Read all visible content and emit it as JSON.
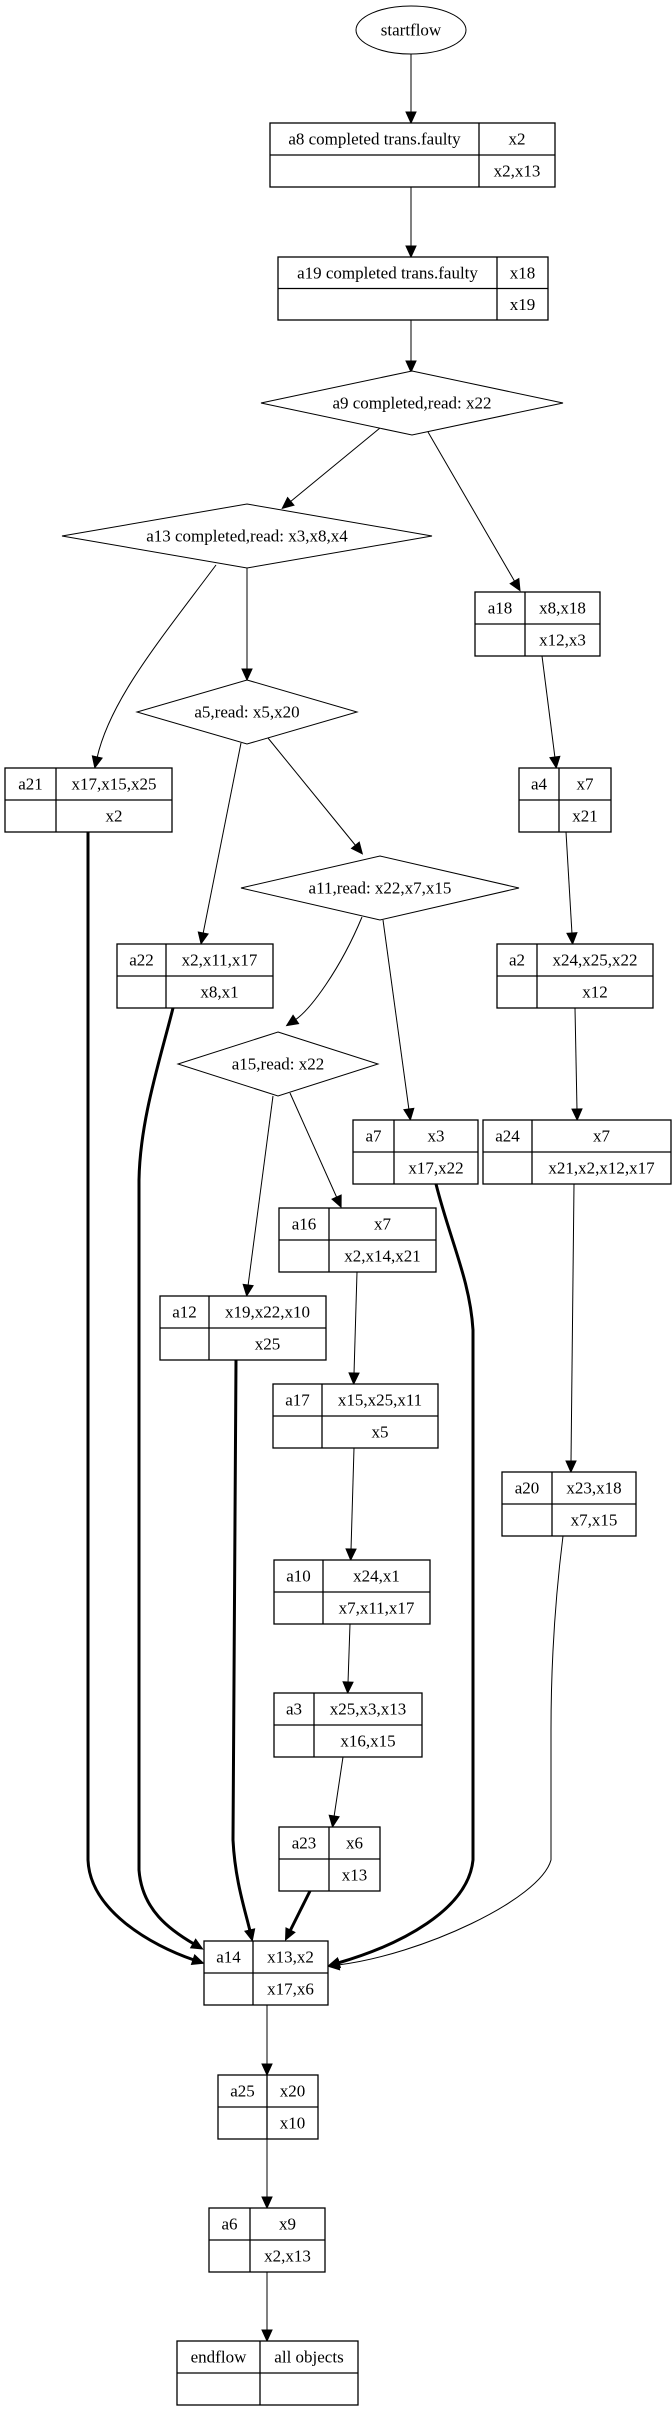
{
  "diagram": {
    "type": "workflow graph",
    "nodes": {
      "startflow": {
        "kind": "ellipse",
        "label": "startflow"
      },
      "a8": {
        "kind": "record",
        "name": "a8 completed trans.faulty",
        "top": "x2",
        "bottom": "x2,x13"
      },
      "a19": {
        "kind": "record",
        "name": "a19 completed trans.faulty",
        "top": "x18",
        "bottom": "x19"
      },
      "a9": {
        "kind": "diamond",
        "label": "a9 completed,read: x22"
      },
      "a13": {
        "kind": "diamond",
        "label": "a13 completed,read: x3,x8,x4"
      },
      "a18": {
        "kind": "record",
        "name": "a18",
        "top": "x8,x18",
        "bottom": "x12,x3"
      },
      "a5": {
        "kind": "diamond",
        "label": "a5,read: x5,x20"
      },
      "a21": {
        "kind": "record",
        "name": "a21",
        "top": "x17,x15,x25",
        "bottom": "x2"
      },
      "a4": {
        "kind": "record",
        "name": "a4",
        "top": "x7",
        "bottom": "x21"
      },
      "a11": {
        "kind": "diamond",
        "label": "a11,read: x22,x7,x15"
      },
      "a22": {
        "kind": "record",
        "name": "a22",
        "top": "x2,x11,x17",
        "bottom": "x8,x1"
      },
      "a2": {
        "kind": "record",
        "name": "a2",
        "top": "x24,x25,x22",
        "bottom": "x12"
      },
      "a15": {
        "kind": "diamond",
        "label": "a15,read: x22"
      },
      "a7": {
        "kind": "record",
        "name": "a7",
        "top": "x3",
        "bottom": "x17,x22"
      },
      "a24": {
        "kind": "record",
        "name": "a24",
        "top": "x7",
        "bottom": "x21,x2,x12,x17"
      },
      "a16": {
        "kind": "record",
        "name": "a16",
        "top": "x7",
        "bottom": "x2,x14,x21"
      },
      "a12": {
        "kind": "record",
        "name": "a12",
        "top": "x19,x22,x10",
        "bottom": "x25"
      },
      "a17": {
        "kind": "record",
        "name": "a17",
        "top": "x15,x25,x11",
        "bottom": "x5"
      },
      "a20": {
        "kind": "record",
        "name": "a20",
        "top": "x23,x18",
        "bottom": "x7,x15"
      },
      "a10": {
        "kind": "record",
        "name": "a10",
        "top": "x24,x1",
        "bottom": "x7,x11,x17"
      },
      "a3": {
        "kind": "record",
        "name": "a3",
        "top": "x25,x3,x13",
        "bottom": "x16,x15"
      },
      "a23": {
        "kind": "record",
        "name": "a23",
        "top": "x6",
        "bottom": "x13"
      },
      "a14": {
        "kind": "record",
        "name": "a14",
        "top": "x13,x2",
        "bottom": "x17,x6"
      },
      "a25": {
        "kind": "record",
        "name": "a25",
        "top": "x20",
        "bottom": "x10"
      },
      "a6": {
        "kind": "record",
        "name": "a6",
        "top": "x9",
        "bottom": "x2,x13"
      },
      "endflow": {
        "kind": "record",
        "name": "endflow",
        "top": "all objects",
        "bottom": ""
      }
    },
    "edges": [
      {
        "from": "startflow",
        "to": "a8",
        "style": "normal"
      },
      {
        "from": "a8",
        "to": "a19",
        "style": "normal"
      },
      {
        "from": "a19",
        "to": "a9",
        "style": "normal"
      },
      {
        "from": "a9",
        "to": "a13",
        "style": "normal"
      },
      {
        "from": "a9",
        "to": "a18",
        "style": "normal"
      },
      {
        "from": "a13",
        "to": "a21",
        "style": "normal"
      },
      {
        "from": "a13",
        "to": "a5",
        "style": "normal"
      },
      {
        "from": "a18",
        "to": "a4",
        "style": "normal"
      },
      {
        "from": "a5",
        "to": "a22",
        "style": "normal"
      },
      {
        "from": "a5",
        "to": "a11",
        "style": "normal"
      },
      {
        "from": "a4",
        "to": "a2",
        "style": "normal"
      },
      {
        "from": "a11",
        "to": "a15",
        "style": "normal"
      },
      {
        "from": "a11",
        "to": "a7",
        "style": "normal"
      },
      {
        "from": "a2",
        "to": "a24",
        "style": "normal"
      },
      {
        "from": "a15",
        "to": "a12",
        "style": "normal"
      },
      {
        "from": "a15",
        "to": "a16",
        "style": "normal"
      },
      {
        "from": "a16",
        "to": "a17",
        "style": "normal"
      },
      {
        "from": "a24",
        "to": "a20",
        "style": "normal"
      },
      {
        "from": "a17",
        "to": "a10",
        "style": "normal"
      },
      {
        "from": "a10",
        "to": "a3",
        "style": "normal"
      },
      {
        "from": "a3",
        "to": "a23",
        "style": "normal"
      },
      {
        "from": "a21",
        "to": "a14",
        "style": "thick"
      },
      {
        "from": "a22",
        "to": "a14",
        "style": "thick"
      },
      {
        "from": "a12",
        "to": "a14",
        "style": "thick"
      },
      {
        "from": "a23",
        "to": "a14",
        "style": "thick"
      },
      {
        "from": "a7",
        "to": "a14",
        "style": "thick"
      },
      {
        "from": "a20",
        "to": "a14",
        "style": "normal"
      },
      {
        "from": "a14",
        "to": "a25",
        "style": "normal"
      },
      {
        "from": "a25",
        "to": "a6",
        "style": "normal"
      },
      {
        "from": "a6",
        "to": "endflow",
        "style": "normal"
      }
    ]
  }
}
